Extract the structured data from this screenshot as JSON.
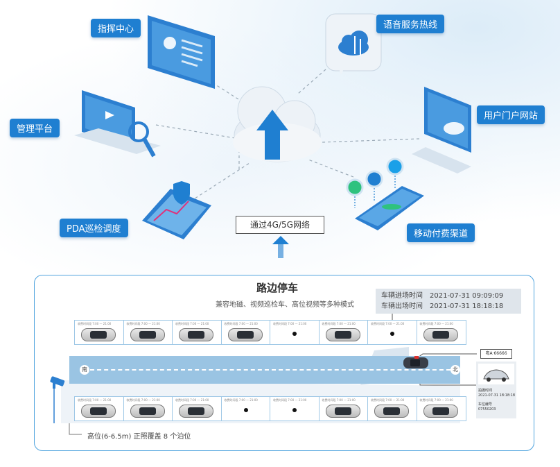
{
  "tags": {
    "command_center": "指挥中心",
    "voice_hotline": "语音服务热线",
    "management_platform": "管理平台",
    "user_portal": "用户门户网站",
    "pda_dispatch": "PDA巡检调度",
    "mobile_payment": "移动付费渠道"
  },
  "network_label": "通过4G/5G网络",
  "parking": {
    "title": "路边停车",
    "subtitle": "兼容地磁、视频巡检车、高位视频等多种模式",
    "entry_label": "车辆进场时间",
    "entry_time": "2021-07-31 09:09:09",
    "exit_label": "车辆出场时间",
    "exit_time": "2021-07-31 18:18:18",
    "lot_caption": "收费时间段 7:00 — 21:00",
    "south": "南",
    "north": "北",
    "plate": "粤A·66666",
    "snapshot_time_label": "拍摄时间",
    "snapshot_time": "2021-07-31 18:18:18",
    "berth_label": "车位编号",
    "berth_no": "07550203",
    "coverage_note": "高位(6-6.5m) 正照覆盖 8 个泊位",
    "top_row": [
      "car",
      "car",
      "car",
      "car",
      "empty",
      "car",
      "empty",
      "car"
    ],
    "bottom_row": [
      "car",
      "car",
      "car",
      "empty",
      "empty",
      "car",
      "car",
      "car"
    ]
  },
  "colors": {
    "accent": "#1f7fd1",
    "panel_border": "#4fa3de",
    "road": "#9ac4e3"
  }
}
